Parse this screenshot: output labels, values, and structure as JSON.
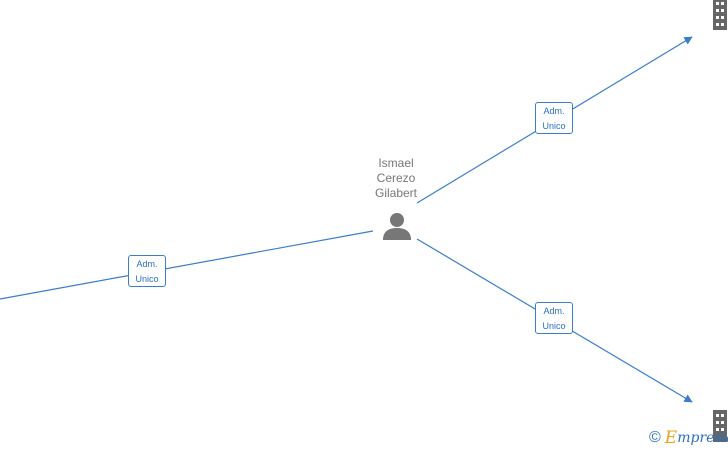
{
  "person": {
    "name_lines": [
      "Ismael",
      "Cerezo",
      "Gilabert"
    ],
    "icon": "person-icon"
  },
  "roles": [
    {
      "line1": "Adm.",
      "line2": "Unico"
    },
    {
      "line1": "Adm.",
      "line2": "Unico"
    },
    {
      "line1": "Adm.",
      "line2": "Unico"
    }
  ],
  "companies": [
    {
      "icon": "building-icon"
    },
    {
      "icon": "building-icon"
    }
  ],
  "footer": {
    "copyright_symbol": "©",
    "brand_initial": "E",
    "brand_rest": "mpresia"
  },
  "colors": {
    "link": "#3a7dcc",
    "role_text": "#2a6fc1",
    "person": "#777777",
    "building": "#666666",
    "brand_accent": "#f0a020"
  }
}
